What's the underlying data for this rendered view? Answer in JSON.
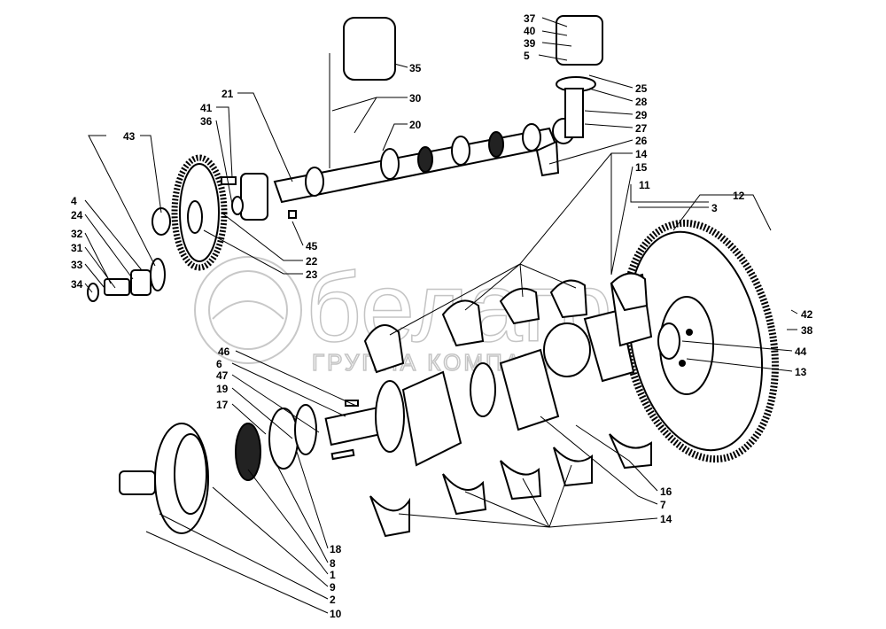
{
  "diagram": {
    "title": "Crankshaft and camshaft assembly – exploded view",
    "watermark": {
      "brand": "белагро",
      "subtitle": "ГРУППА КОМПАНИЙ"
    },
    "callouts": {
      "c37": "37",
      "c40": "40",
      "c39": "39",
      "c5": "5",
      "c35": "35",
      "c25": "25",
      "c28": "28",
      "c29": "29",
      "c27": "27",
      "c26": "26",
      "c14a": "14",
      "c15": "15",
      "c11": "11",
      "c12": "12",
      "c3": "3",
      "c21": "21",
      "c30": "30",
      "c20": "20",
      "c41": "41",
      "c36": "36",
      "c43": "43",
      "c4": "4",
      "c24": "24",
      "c32": "32",
      "c31": "31",
      "c33": "33",
      "c34": "34",
      "c45": "45",
      "c22": "22",
      "c23": "23",
      "c42": "42",
      "c38": "38",
      "c44": "44",
      "c13": "13",
      "c46": "46",
      "c6": "6",
      "c47": "47",
      "c19": "19",
      "c17": "17",
      "c16": "16",
      "c7": "7",
      "c14b": "14",
      "c18": "18",
      "c8": "8",
      "c1": "1",
      "c9": "9",
      "c2": "2",
      "c10": "10"
    }
  }
}
